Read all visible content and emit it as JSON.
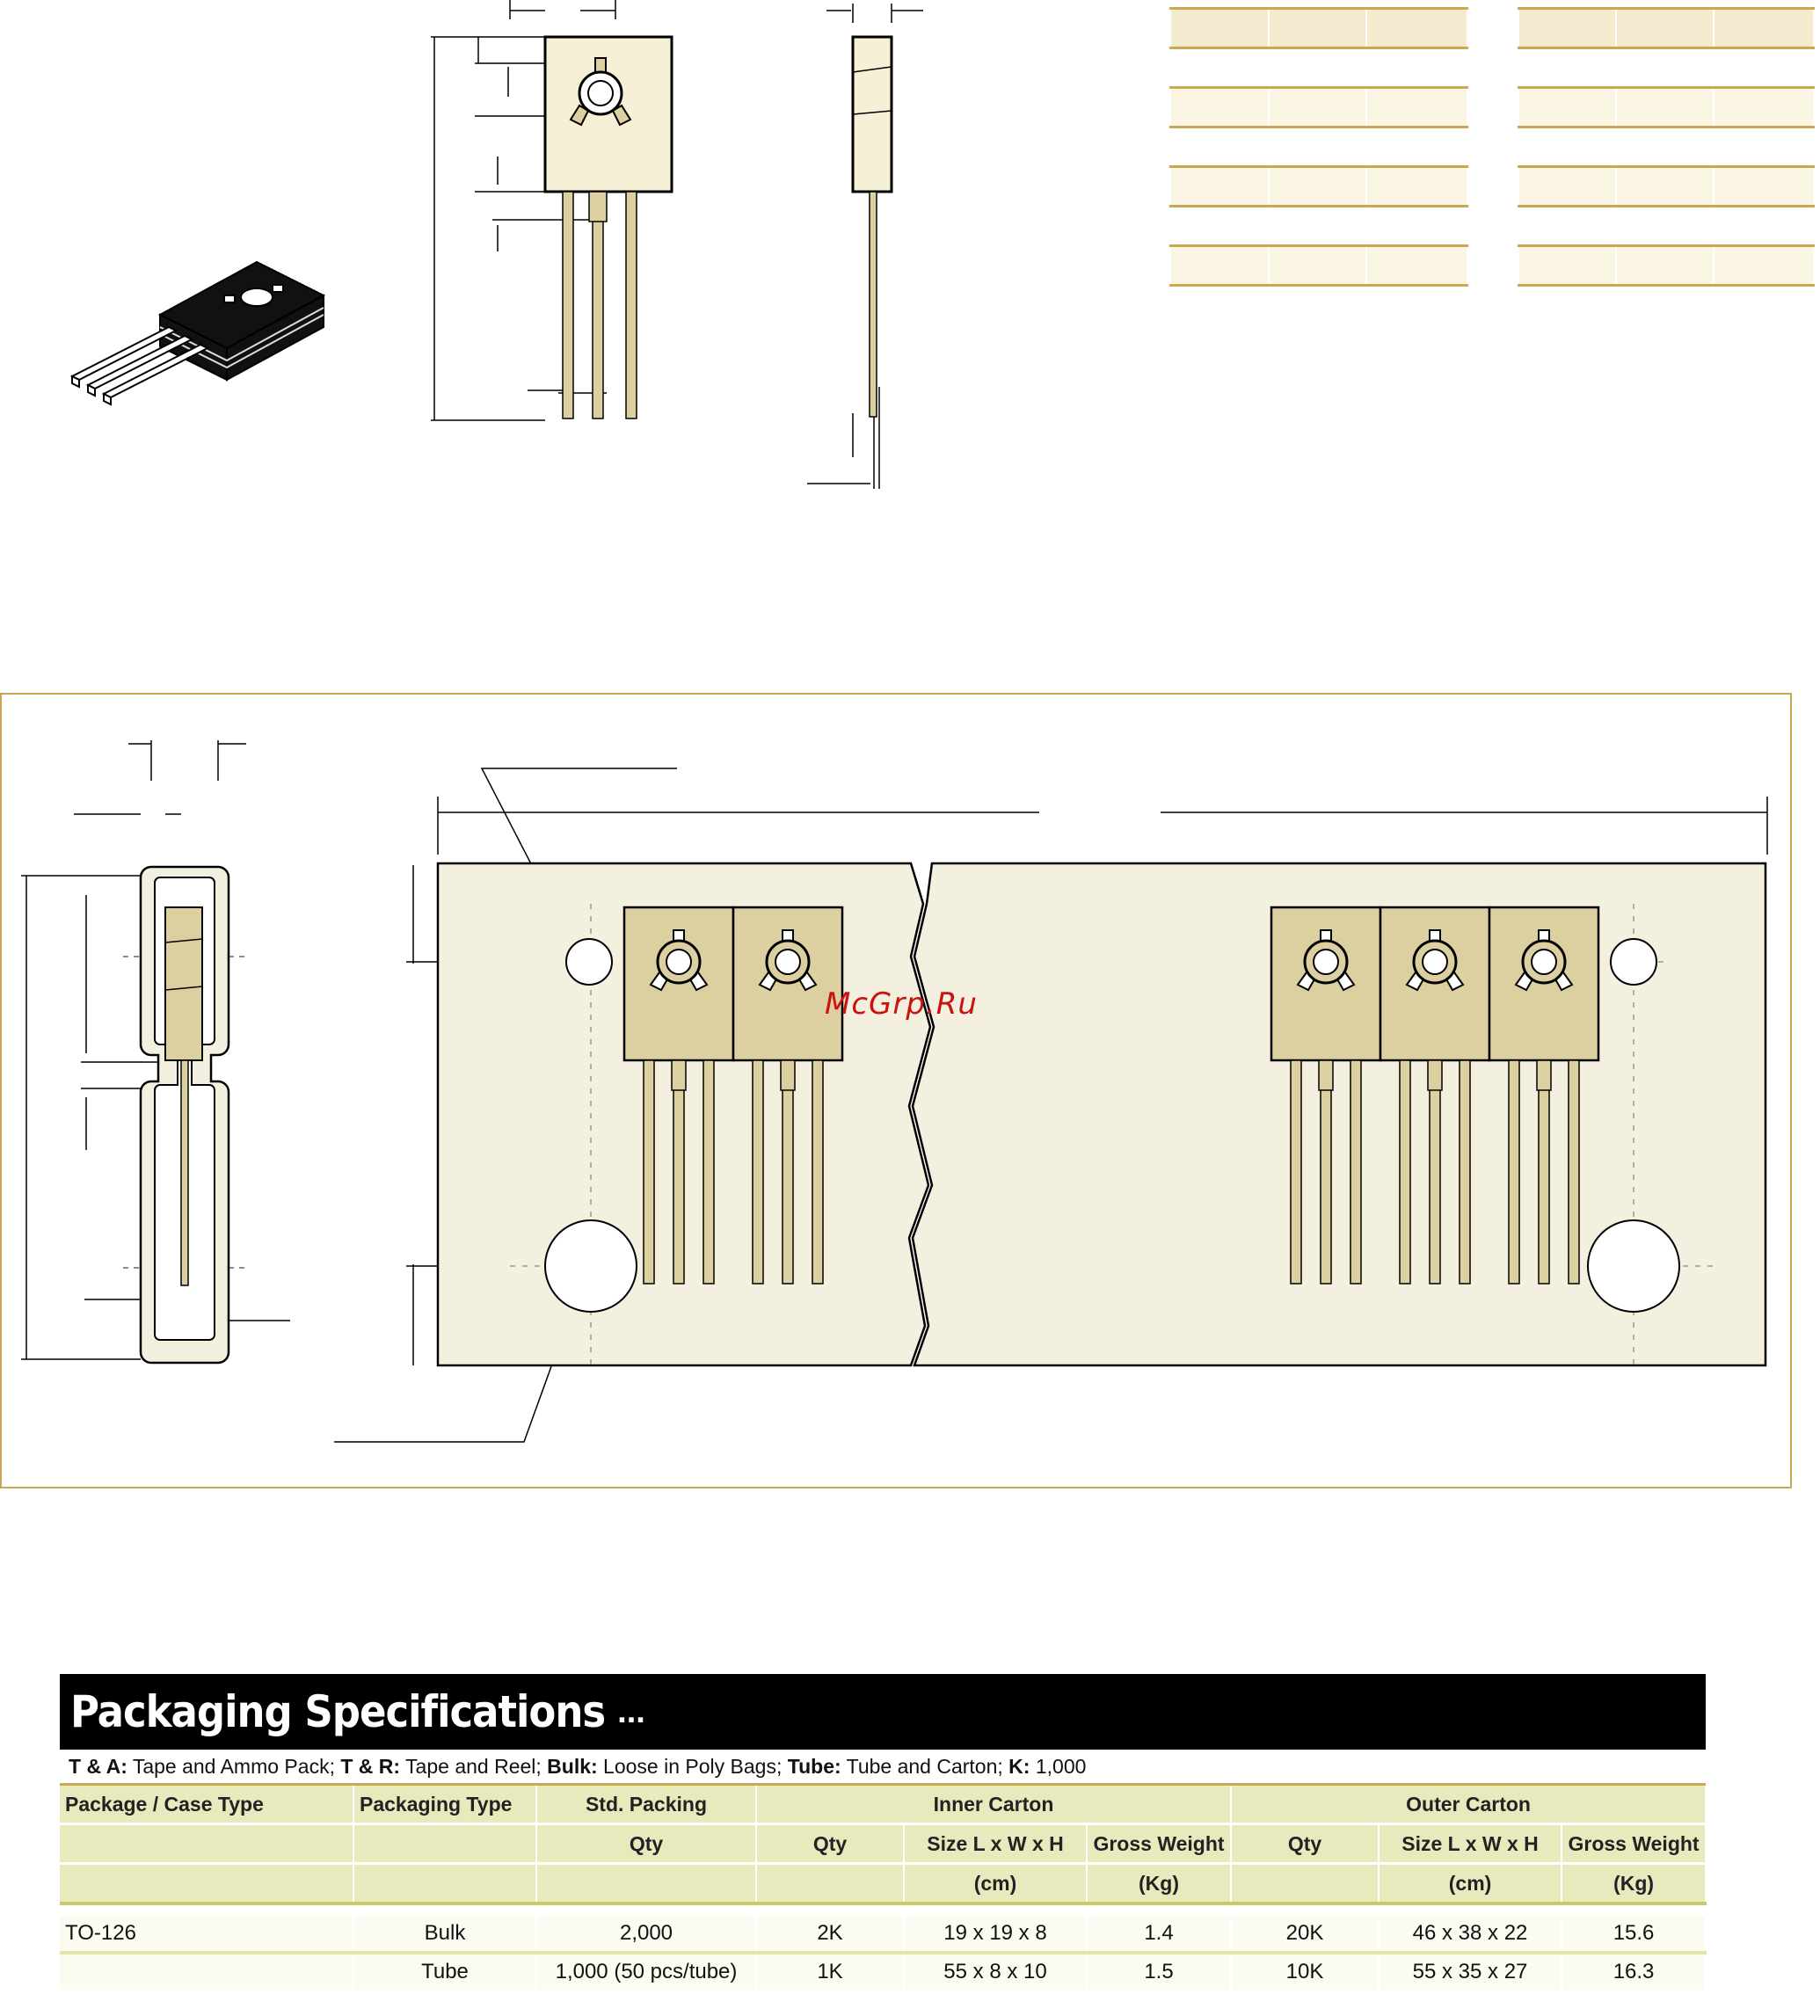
{
  "watermark": "McGrp.Ru",
  "packaging": {
    "title": "Packaging Specifications",
    "ellipsis": "...",
    "legend": [
      {
        "key": "T & A:",
        "value": " Tape and Ammo Pack; "
      },
      {
        "key": "T & R:",
        "value": " Tape and Reel; "
      },
      {
        "key": "Bulk:",
        "value": " Loose in Poly Bags; "
      },
      {
        "key": "Tube:",
        "value": " Tube and Carton; "
      },
      {
        "key": "K:",
        "value": " 1,000"
      }
    ],
    "headers": {
      "package_case_type": "Package / Case Type",
      "packaging_type": "Packaging Type",
      "std_packing": "Std. Packing",
      "inner_carton": "Inner Carton",
      "outer_carton": "Outer Carton",
      "qty": "Qty",
      "size": "Size L x W x H",
      "gross_weight": "Gross Weight",
      "cm": "(cm)",
      "kg": "(Kg)"
    },
    "rows": [
      {
        "package": "TO-126",
        "type": "Bulk",
        "std_qty": "2,000",
        "inner_qty": "2K",
        "inner_size": "19 x 19 x 8",
        "inner_weight": "1.4",
        "outer_qty": "20K",
        "outer_size": "46 x 38 x 22",
        "outer_weight": "15.6"
      },
      {
        "package": "",
        "type": "Tube",
        "std_qty": "1,000 (50 pcs/tube)",
        "inner_qty": "1K",
        "inner_size": "55 x 8 x 10",
        "inner_weight": "1.5",
        "outer_qty": "10K",
        "outer_size": "55 x 35 x 27",
        "outer_weight": "16.3"
      }
    ]
  },
  "colors": {
    "lead": "#ddd0a0",
    "body_fill": "#f6f0d6",
    "tape_fill": "#f4f0e0",
    "rule": "#c9a84f",
    "header_fill": "#e8eabd"
  }
}
